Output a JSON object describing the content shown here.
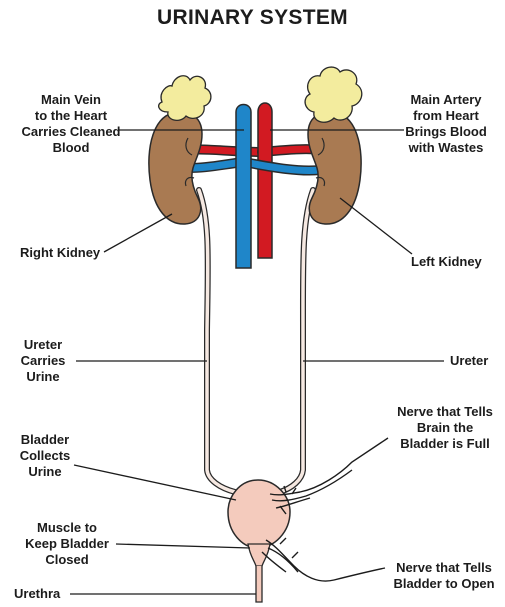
{
  "title": "URINARY SYSTEM",
  "colors": {
    "kidney": "#a97a52",
    "adrenal": "#f3ec9e",
    "vein": "#1f86c9",
    "artery": "#d21a22",
    "bladder": "#f4cbbd",
    "outline": "#2a2a2a"
  },
  "labels": {
    "main_vein": [
      "Main Vein",
      "to the Heart",
      "Carries Cleaned",
      "Blood"
    ],
    "main_artery": [
      "Main Artery",
      "from Heart",
      "Brings Blood",
      "with Wastes"
    ],
    "right_kidney": "Right Kidney",
    "left_kidney": "Left Kidney",
    "ureter_left": [
      "Ureter",
      "Carries",
      "Urine"
    ],
    "ureter_right": "Ureter",
    "nerve_full": [
      "Nerve that Tells",
      "Brain the",
      "Bladder is Full"
    ],
    "bladder": [
      "Bladder",
      "Collects",
      "Urine"
    ],
    "muscle": [
      "Muscle to",
      "Keep Bladder",
      "Closed"
    ],
    "nerve_open": [
      "Nerve that Tells",
      "Bladder to Open"
    ],
    "urethra": "Urethra"
  }
}
